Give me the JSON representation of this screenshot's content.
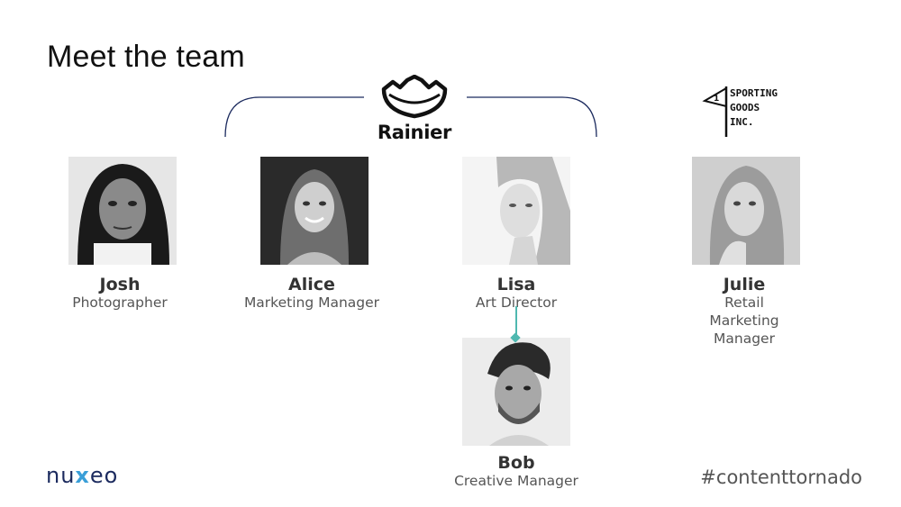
{
  "slide": {
    "title": "Meet the team",
    "brand_left": {
      "pre": "nu",
      "x": "x",
      "post": "eo"
    },
    "hashtag": "#contenttornado"
  },
  "logos": {
    "rainier": {
      "name": "Rainier"
    },
    "sporting": {
      "text": "SPORTING\nGOODS\nINC."
    }
  },
  "team": [
    {
      "name": "Josh",
      "role": "Photographer",
      "photo": "portrait-photo"
    },
    {
      "name": "Alice",
      "role": "Marketing Manager",
      "photo": "portrait-photo"
    },
    {
      "name": "Lisa",
      "role": "Art Director",
      "photo": "portrait-photo"
    },
    {
      "name": "Julie",
      "role": "Retail Marketing Manager",
      "photo": "portrait-photo"
    },
    {
      "name": "Bob",
      "role": "Creative Manager",
      "photo": "portrait-photo"
    }
  ],
  "colors": {
    "connector": "#4fb8b0",
    "nuxeo_navy": "#1b2a5e",
    "nuxeo_x": "#3a9fd8"
  }
}
